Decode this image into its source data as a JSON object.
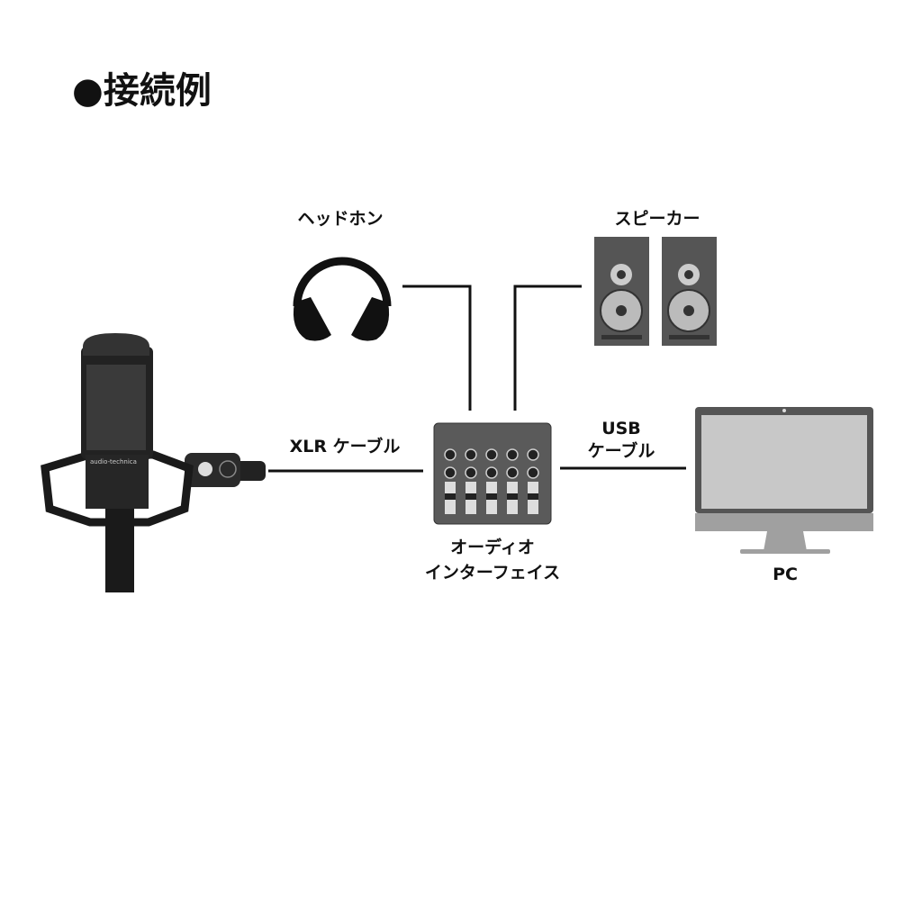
{
  "title": "●接続例",
  "devices": {
    "headphones": {
      "label": "ヘッドホン",
      "icon": "headphones-icon"
    },
    "speakers": {
      "label": "スピーカー",
      "icon": "speaker-icon"
    },
    "microphone": {
      "icon": "condenser-microphone-icon",
      "brand_text": "audio-technica"
    },
    "interface": {
      "label_line1": "オーディオ",
      "label_line2": "インターフェイス",
      "icon": "audio-mixer-icon"
    },
    "pc": {
      "label": "PC",
      "icon": "monitor-icon"
    }
  },
  "cables": {
    "xlr": {
      "label": "XLR ケーブル"
    },
    "usb": {
      "label_line1": "USB",
      "label_line2": "ケーブル"
    }
  },
  "colors": {
    "line": "#111111",
    "speaker_body": "#555555",
    "monitor_screen": "#c8c8c8",
    "monitor_frame": "#555555"
  }
}
